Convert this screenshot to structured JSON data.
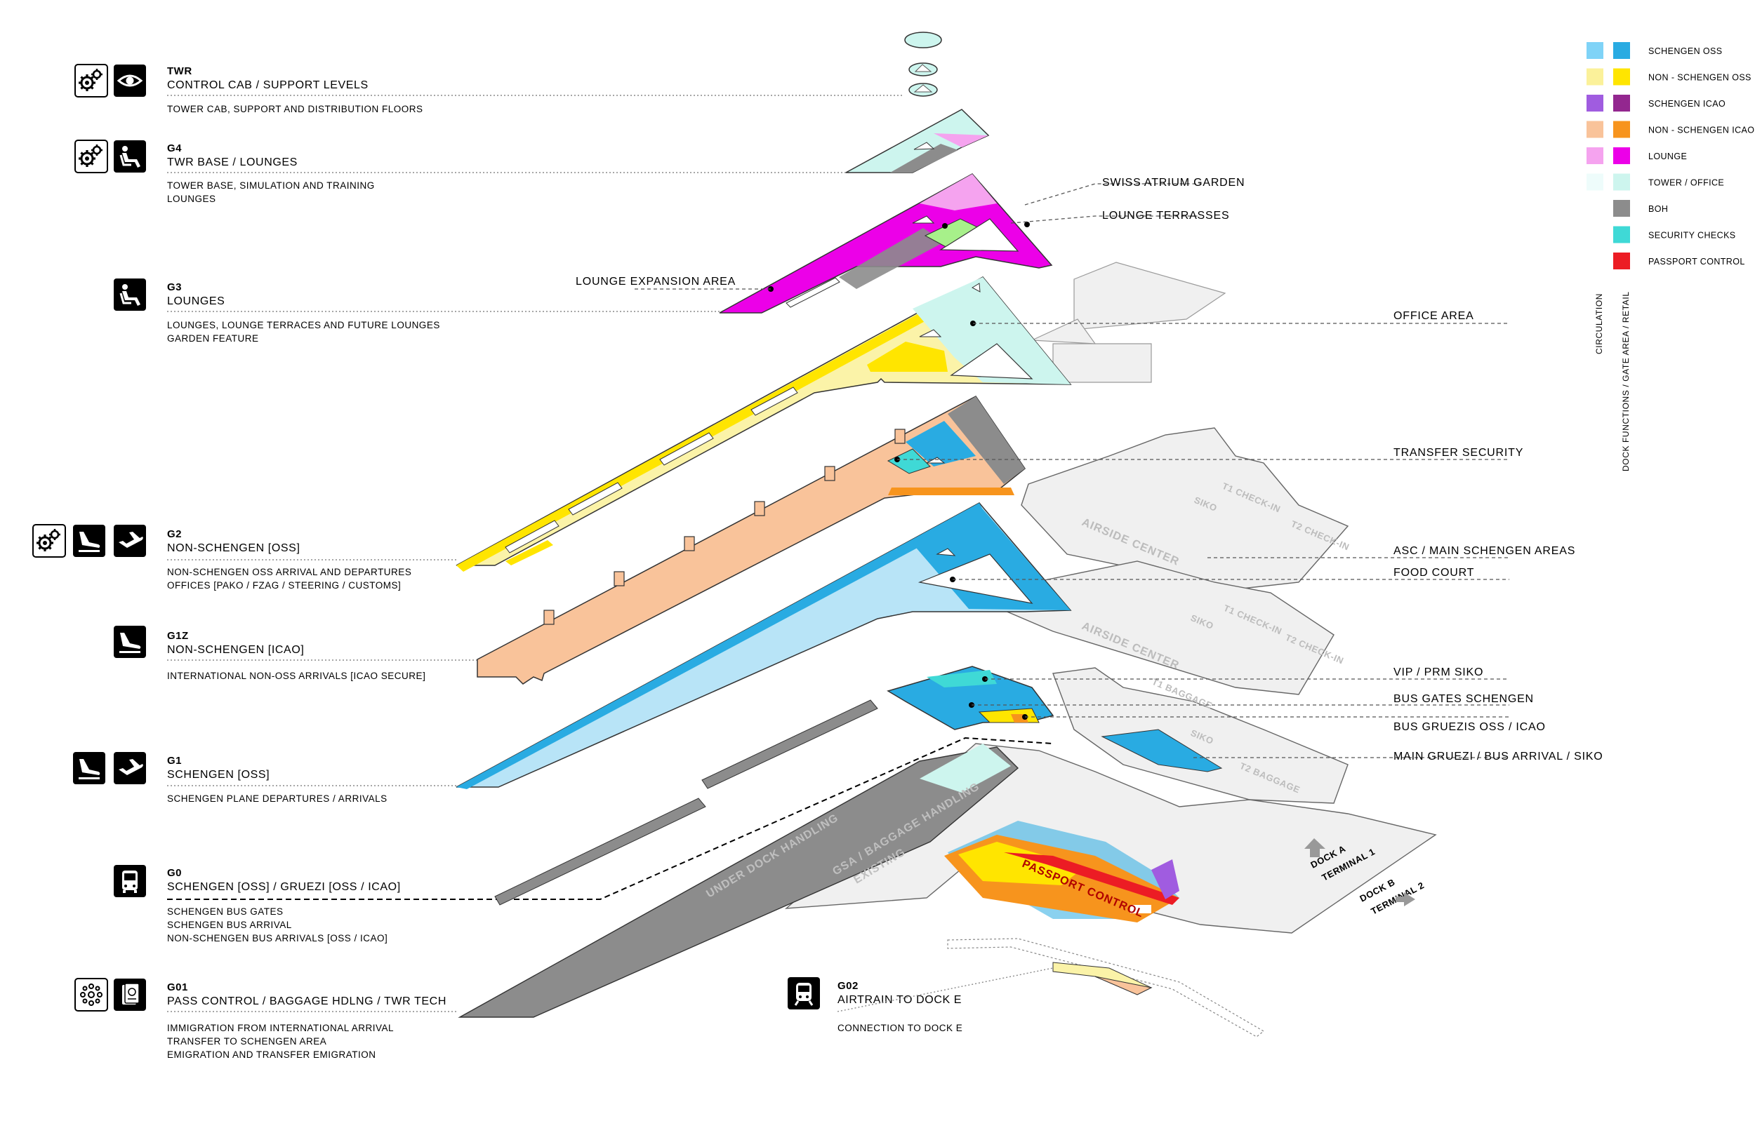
{
  "levels": {
    "twr": {
      "code": "TWR",
      "title": "CONTROL CAB / SUPPORT LEVELS",
      "desc": [
        "TOWER CAB, SUPPORT AND DISTRIBUTION FLOORS"
      ],
      "icons": [
        "gears-icon",
        "eye-icon"
      ]
    },
    "g4": {
      "code": "G4",
      "title": "TWR BASE / LOUNGES",
      "desc": [
        "TOWER BASE, SIMULATION AND TRAINING",
        "LOUNGES"
      ],
      "icons": [
        "gears-icon",
        "lounge-seat-icon"
      ]
    },
    "g3": {
      "code": "G3",
      "title": "LOUNGES",
      "desc": [
        "LOUNGES, LOUNGE TERRACES AND FUTURE LOUNGES",
        "GARDEN FEATURE"
      ],
      "icons": [
        "lounge-seat-icon"
      ]
    },
    "g2": {
      "code": "G2",
      "title": "NON-SCHENGEN [OSS]",
      "desc": [
        "NON-SCHENGEN OSS ARRIVAL AND DEPARTURES",
        "OFFICES [PAKO / FZAG / STEERING / CUSTOMS]"
      ],
      "icons": [
        "gears-icon",
        "arrivals-icon",
        "departures-icon"
      ]
    },
    "g1z": {
      "code": "G1Z",
      "title": "NON-SCHENGEN [ICAO]",
      "desc": [
        "INTERNATIONAL NON-OSS ARRIVALS [ICAO SECURE]"
      ],
      "icons": [
        "arrivals-icon"
      ]
    },
    "g1": {
      "code": "G1",
      "title": "SCHENGEN [OSS]",
      "desc": [
        "SCHENGEN PLANE DEPARTURES / ARRIVALS"
      ],
      "icons": [
        "arrivals-icon",
        "departures-icon"
      ]
    },
    "g0": {
      "code": "G0",
      "title": "SCHENGEN [OSS] / GRUEZI [OSS / ICAO]",
      "desc": [
        "SCHENGEN BUS GATES",
        "SCHENGEN BUS ARRIVAL",
        "NON-SCHENGEN BUS ARRIVALS [OSS / ICAO]"
      ],
      "icons": [
        "bus-icon"
      ]
    },
    "g01": {
      "code": "G01",
      "title": "PASS CONTROL / BAGGAGE HDLNG / TWR TECH",
      "desc": [
        "IMMIGRATION FROM INTERNATIONAL ARRIVAL",
        "TRANSFER TO SCHENGEN AREA",
        "EMIGRATION AND TRANSFER EMIGRATION"
      ],
      "icons": [
        "network-icon",
        "passport-icon"
      ]
    },
    "g02": {
      "code": "G02",
      "title": "AIRTRAIN TO DOCK E",
      "desc": [
        "CONNECTION TO DOCK E"
      ],
      "icons": [
        "train-icon"
      ]
    }
  },
  "callouts": {
    "swiss_atrium_garden": "SWISS ATRIUM GARDEN",
    "lounge_terrasses": "LOUNGE TERRASSES",
    "lounge_expansion_area": "LOUNGE EXPANSION AREA",
    "office_area": "OFFICE AREA",
    "transfer_security": "TRANSFER SECURITY",
    "asc_main_schengen": "ASC / MAIN SCHENGEN AREAS",
    "food_court": "FOOD COURT",
    "vip_prm_siko": "VIP / PRM SIKO",
    "bus_gates_schengen": "BUS GATES SCHENGEN",
    "bus_gruezis": "BUS GRUEZIS OSS / ICAO",
    "main_gruezi": "MAIN GRUEZI / BUS ARRIVAL / SIKO"
  },
  "plate_labels": {
    "airside_center": "AIRSIDE CENTER",
    "t1_check_in": "T1 CHECK-IN",
    "t2_check_in": "T2 CHECK-IN",
    "siko": "SIKO",
    "t1_baggage": "T1 BAGGAGE",
    "t2_baggage": "T2 BAGGAGE",
    "under_dock_handling": "UNDER DOCK HANDLING",
    "gsa_baggage_handling": "GSA / BAGGAGE HANDLING",
    "existing": "EXISTING",
    "passport_control": "PASSPORT CONTROL",
    "dock_a": "DOCK A",
    "terminal_1": "TERMINAL 1",
    "dock_b": "DOCK B",
    "terminal_2": "TERMINAL 2"
  },
  "legend": {
    "items": [
      {
        "label": "SCHENGEN OSS",
        "circulation": "#7fd3f7",
        "function": "#29abe2"
      },
      {
        "label": "NON - SCHENGEN OSS",
        "circulation": "#fbf19a",
        "function": "#ffe500"
      },
      {
        "label": "SCHENGEN ICAO",
        "circulation": "#a05ce0",
        "function": "#93278f"
      },
      {
        "label": "NON - SCHENGEN ICAO",
        "circulation": "#f9c39a",
        "function": "#f7941d"
      },
      {
        "label": "LOUNGE",
        "circulation": "#f5a3ef",
        "function": "#ec00e8"
      },
      {
        "label": "TOWER / OFFICE",
        "circulation": "#eefcfb",
        "function": "#cdf5ee"
      },
      {
        "label": "BOH",
        "circulation": null,
        "function": "#8c8c8c"
      },
      {
        "label": "SECURITY CHECKS",
        "circulation": null,
        "function": "#3fd9d6"
      },
      {
        "label": "PASSPORT CONTROL",
        "circulation": null,
        "function": "#ec1c24"
      }
    ],
    "axis_circulation": "CIRCULATION",
    "axis_functions": "DOCK FUNCTIONS / GATE AREA / RETAIL"
  },
  "colors": {
    "schengen_oss": "#29abe2",
    "schengen_oss_light": "#b8e4f7",
    "non_schengen_oss": "#ffe500",
    "non_schengen_oss_light": "#fbf3a8",
    "non_schengen_icao": "#f7941d",
    "non_schengen_icao_light": "#f9c39a",
    "lounge": "#ec00e8",
    "lounge_light": "#f5a3ef",
    "tower": "#cdf5ee",
    "boh": "#8c8c8c",
    "security": "#3fd9d6",
    "passport": "#ec1c24",
    "ghost": "#f0f0f0",
    "ghost_line": "#9a9a9a"
  }
}
